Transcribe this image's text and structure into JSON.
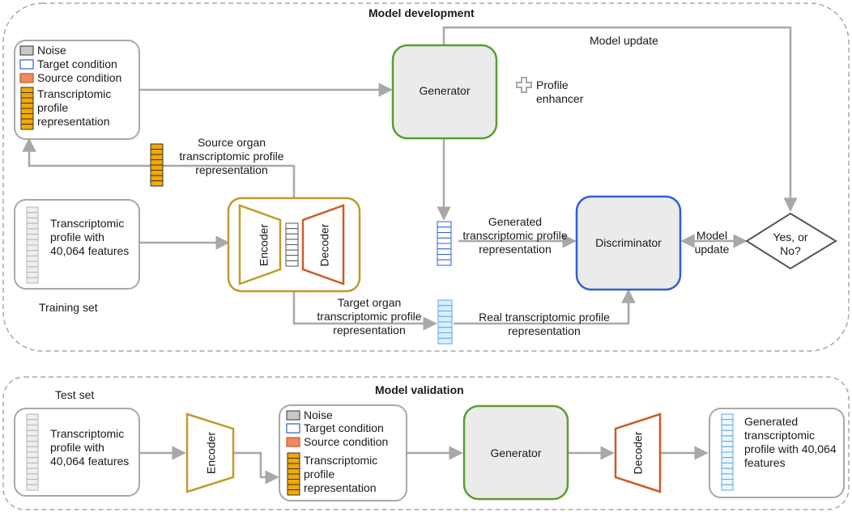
{
  "development": {
    "title": "Model development",
    "legend": {
      "noise": "Noise",
      "target_condition": "Target condition",
      "source_condition": "Source condition",
      "representation": "Transcriptomic profile representation"
    },
    "generator": "Generator",
    "profile_enhancer": "Profile enhancer",
    "model_update_top": "Model update",
    "source_organ": "Source organ transcriptomic profile representation",
    "training_profile": "Transcriptomic profile with 40,064 features",
    "training_set": "Training set",
    "encoder": "Encoder",
    "decoder": "Decoder",
    "generated_representation": "Generated transcriptomic profile representation",
    "discriminator": "Discriminator",
    "model_update_right": "Model update",
    "decision": "Yes, or No?",
    "target_organ": "Target organ transcriptomic profile representation",
    "real_representation": "Real transcriptomic profile representation"
  },
  "validation": {
    "title": "Model validation",
    "test_set": "Test set",
    "test_profile": "Transcriptomic profile with 40,064 features",
    "encoder": "Encoder",
    "legend": {
      "noise": "Noise",
      "target_condition": "Target condition",
      "source_condition": "Source condition",
      "representation": "Transcriptomic profile representation"
    },
    "generator": "Generator",
    "decoder": "Decoder",
    "generated_profile": "Generated transcriptomic profile with 40,064 features"
  },
  "colors": {
    "generator": "#5a9e2f",
    "discriminator": "#2f5fd0",
    "encoder": "#c19a2c",
    "decoder": "#cc5a2a",
    "orange_fill": "#f2a900",
    "blue_gen": "#2f5fd0",
    "blue_real": "#5aa8e8",
    "grey_bar": "#c8c8c8"
  }
}
